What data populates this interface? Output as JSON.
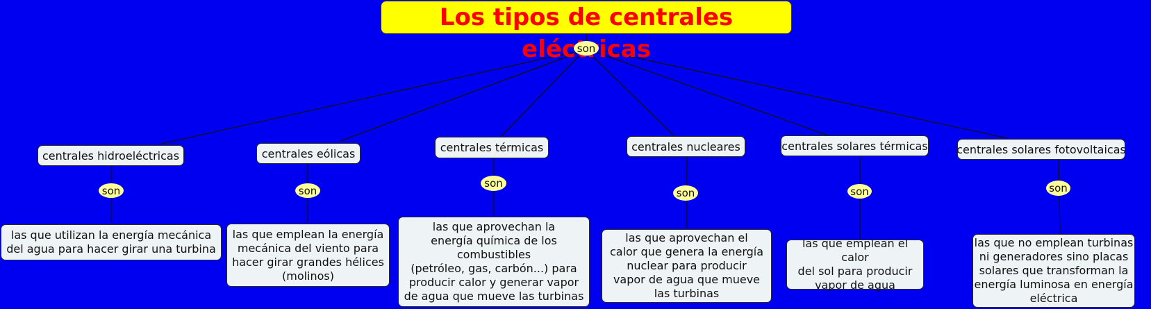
{
  "title": "Los tipos de centrales eléctricas",
  "root_link": "son",
  "colors": {
    "background": "#0000f0",
    "title_bg": "#ffff00",
    "title_text": "#ff0000",
    "node_bg": "#eef3f6",
    "link_label_bg": "#ffff99"
  },
  "types": [
    {
      "name": "centrales hidroeléctricas",
      "link": "son",
      "description": "las que utilizan la energía mecánica\ndel agua para hacer girar una turbina"
    },
    {
      "name": "centrales eólicas",
      "link": "son",
      "description": "las que emplean la energía\nmecánica del viento para\nhacer girar grandes hélices\n(molinos)"
    },
    {
      "name": "centrales térmicas",
      "link": "son",
      "description": "las que aprovechan la\nenergía química de los\ncombustibles\n(petróleo, gas, carbón...) para\nproducir calor y generar vapor\nde agua que mueve las turbinas"
    },
    {
      "name": "centrales nucleares",
      "link": "son",
      "description": "las que aprovechan el\ncalor que genera la energía\nnuclear para producir\nvapor de agua que mueve\nlas turbinas"
    },
    {
      "name": "centrales solares térmicas",
      "link": "son",
      "description": "las que emplean el calor\ndel sol para producir\nvapor de agua"
    },
    {
      "name": "centrales solares fotovoltaicas",
      "link": "son",
      "description": "las que no emplean turbinas\nni generadores sino placas\nsolares que transforman la\nenergía luminosa en energía\neléctrica"
    }
  ]
}
